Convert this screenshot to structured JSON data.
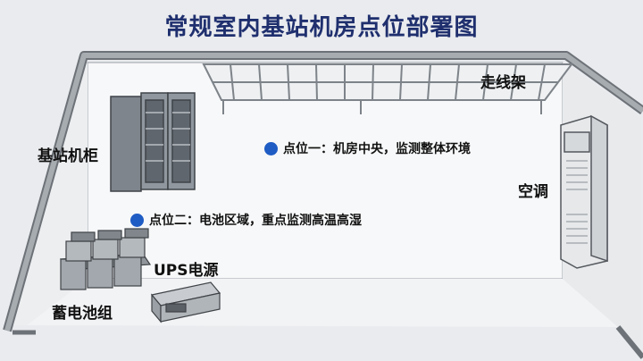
{
  "title": "常规室内基站机房点位部署图",
  "labels": {
    "cable_tray": "走线架",
    "cabinet": "基站机柜",
    "aircon": "空调",
    "ups": "UPS电源",
    "battery": "蓄电池组"
  },
  "points": [
    {
      "text": "点位一：机房中央，监测整体环境"
    },
    {
      "text": "点位二：电池区域，重点监测高温高湿"
    }
  ],
  "colors": {
    "title": "#1f2f6e",
    "point_dot": "#1f5cc4"
  }
}
